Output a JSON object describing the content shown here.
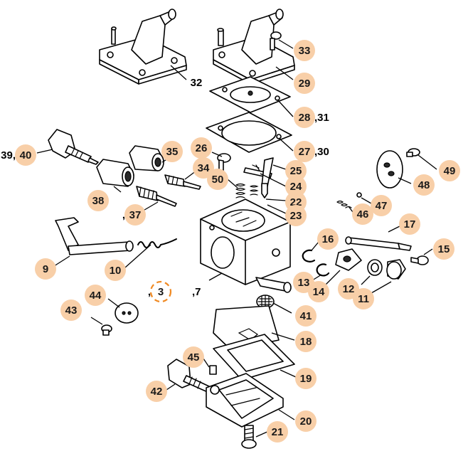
{
  "diagram": {
    "callouts": [
      {
        "id": "c33",
        "label": "33",
        "badge": true
      },
      {
        "id": "c32",
        "label": "32",
        "badge": false
      },
      {
        "id": "c29",
        "label": "29",
        "badge": true
      },
      {
        "id": "c28",
        "label": "28",
        "extra": ",31",
        "badge": true
      },
      {
        "id": "c27",
        "label": "27",
        "extra": ",30",
        "badge": true
      },
      {
        "id": "c39",
        "label": "40",
        "prefix": "39,",
        "badge": true
      },
      {
        "id": "c35",
        "label": "35",
        "badge": true
      },
      {
        "id": "c26",
        "label": "26",
        "badge": true
      },
      {
        "id": "c34",
        "label": "34",
        "badge": true
      },
      {
        "id": "c25",
        "label": "25",
        "badge": true
      },
      {
        "id": "c50",
        "label": "50",
        "badge": true
      },
      {
        "id": "c24",
        "label": "24",
        "badge": true
      },
      {
        "id": "c49",
        "label": "49",
        "badge": true
      },
      {
        "id": "c48",
        "label": "48",
        "badge": true
      },
      {
        "id": "c38",
        "label": "38",
        "badge": true
      },
      {
        "id": "c22",
        "label": "22",
        "badge": true
      },
      {
        "id": "c47",
        "label": "47",
        "badge": true
      },
      {
        "id": "c37",
        "label": "37",
        "prefix": ",",
        "badge": true
      },
      {
        "id": "c23",
        "label": "23",
        "badge": true
      },
      {
        "id": "c46",
        "label": "46",
        "badge": true
      },
      {
        "id": "c17",
        "label": "17",
        "badge": true
      },
      {
        "id": "c16",
        "label": "16",
        "badge": true
      },
      {
        "id": "c15",
        "label": "15",
        "badge": true
      },
      {
        "id": "c9",
        "label": "9",
        "badge": true
      },
      {
        "id": "c10",
        "label": "10",
        "badge": true
      },
      {
        "id": "c13",
        "label": "13",
        "badge": true
      },
      {
        "id": "c14",
        "label": "14",
        "badge": true
      },
      {
        "id": "c12",
        "label": "12",
        "badge": true
      },
      {
        "id": "c11",
        "label": "11",
        "badge": true
      },
      {
        "id": "c3",
        "label": "3",
        "prefix": ",",
        "suffix": ",7",
        "badge": "ring"
      },
      {
        "id": "c44",
        "label": "44",
        "badge": true
      },
      {
        "id": "c41",
        "label": "41",
        "badge": true
      },
      {
        "id": "c43",
        "label": "43",
        "badge": true
      },
      {
        "id": "c18",
        "label": "18",
        "badge": true
      },
      {
        "id": "c45",
        "label": "45",
        "badge": true
      },
      {
        "id": "c19",
        "label": "19",
        "badge": true
      },
      {
        "id": "c42",
        "label": "42",
        "badge": true
      },
      {
        "id": "c20",
        "label": "20",
        "badge": true
      },
      {
        "id": "c21",
        "label": "21",
        "badge": true
      }
    ]
  }
}
